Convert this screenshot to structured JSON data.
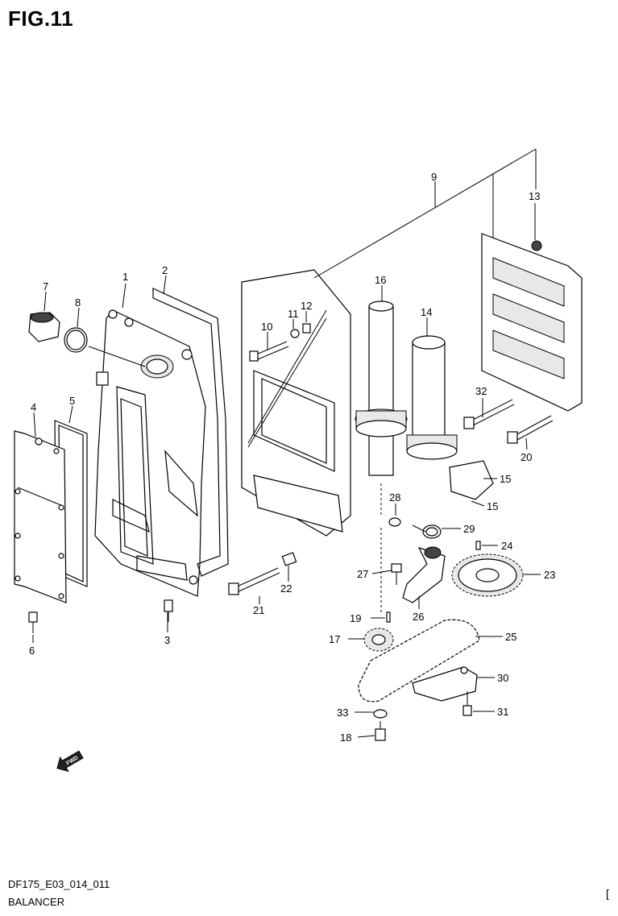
{
  "figure": {
    "title": "FIG.11"
  },
  "footer": {
    "code": "DF175_E03_014_011",
    "name": "BALANCER",
    "corner": "["
  },
  "callouts": [
    {
      "id": "c1",
      "text": "1"
    },
    {
      "id": "c2",
      "text": "2"
    },
    {
      "id": "c3",
      "text": "3"
    },
    {
      "id": "c4",
      "text": "4"
    },
    {
      "id": "c5",
      "text": "5"
    },
    {
      "id": "c6",
      "text": "6"
    },
    {
      "id": "c7",
      "text": "7"
    },
    {
      "id": "c8",
      "text": "8"
    },
    {
      "id": "c9",
      "text": "9"
    },
    {
      "id": "c10",
      "text": "10"
    },
    {
      "id": "c11",
      "text": "11"
    },
    {
      "id": "c12",
      "text": "12"
    },
    {
      "id": "c13",
      "text": "13"
    },
    {
      "id": "c14",
      "text": "14"
    },
    {
      "id": "c15a",
      "text": "15"
    },
    {
      "id": "c15b",
      "text": "15"
    },
    {
      "id": "c16",
      "text": "16"
    },
    {
      "id": "c17",
      "text": "17"
    },
    {
      "id": "c18",
      "text": "18"
    },
    {
      "id": "c19",
      "text": "19"
    },
    {
      "id": "c20",
      "text": "20"
    },
    {
      "id": "c21",
      "text": "21"
    },
    {
      "id": "c22",
      "text": "22"
    },
    {
      "id": "c23",
      "text": "23"
    },
    {
      "id": "c24",
      "text": "24"
    },
    {
      "id": "c25",
      "text": "25"
    },
    {
      "id": "c26",
      "text": "26"
    },
    {
      "id": "c27",
      "text": "27"
    },
    {
      "id": "c28",
      "text": "28"
    },
    {
      "id": "c29",
      "text": "29"
    },
    {
      "id": "c30",
      "text": "30"
    },
    {
      "id": "c31",
      "text": "31"
    },
    {
      "id": "c32",
      "text": "32"
    },
    {
      "id": "c33",
      "text": "33"
    }
  ],
  "fwd_arrow": {
    "text": "FWD",
    "icon": "forward-arrow-icon"
  }
}
